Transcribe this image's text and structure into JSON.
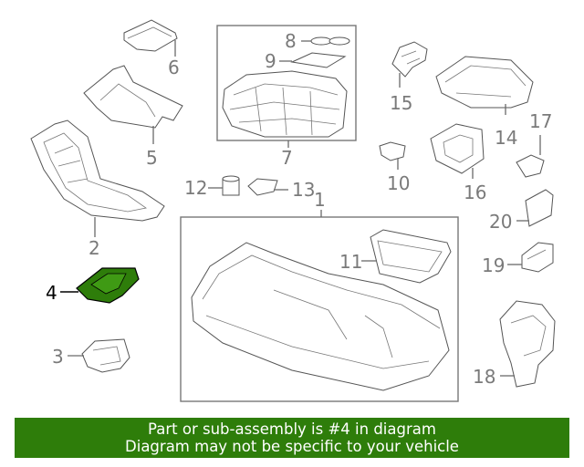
{
  "callouts": {
    "c1": "1",
    "c2": "2",
    "c3": "3",
    "c4": "4",
    "c5": "5",
    "c6": "6",
    "c7": "7",
    "c8": "8",
    "c9": "9",
    "c10": "10",
    "c11": "11",
    "c12": "12",
    "c13": "13",
    "c14": "14",
    "c15": "15",
    "c16": "16",
    "c17": "17",
    "c18": "18",
    "c19": "19",
    "c20": "20"
  },
  "highlight": {
    "part": "4",
    "color": "#2e7d0a"
  },
  "banner": {
    "line1": "Part or sub-assembly is #4 in diagram",
    "line2": "Diagram may not be specific to your vehicle",
    "background": "#2e7d0a"
  }
}
